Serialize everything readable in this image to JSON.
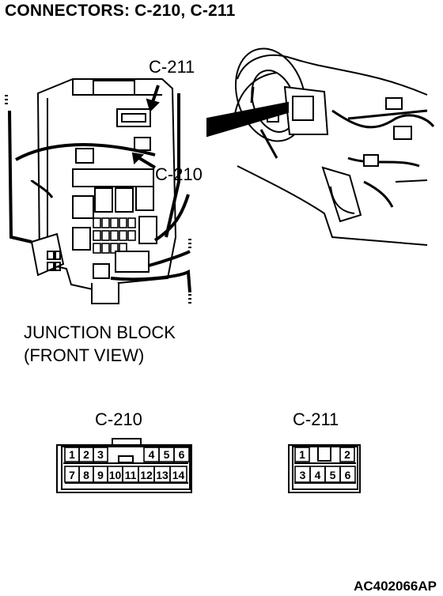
{
  "title": "CONNECTORS: C-210, C-211",
  "figure_code": "AC402066AP",
  "callouts": {
    "c211": "C-211",
    "c210": "C-210"
  },
  "junction_block": {
    "line1": "JUNCTION BLOCK",
    "line2": "(FRONT VIEW)"
  },
  "connector_c210": {
    "name": "C-210",
    "row1": [
      "1",
      "2",
      "3",
      "4",
      "5",
      "6"
    ],
    "row2": [
      "7",
      "8",
      "9",
      "10",
      "11",
      "12",
      "13",
      "14"
    ]
  },
  "connector_c211": {
    "name": "C-211",
    "row1": [
      "1",
      "2"
    ],
    "row2": [
      "3",
      "4",
      "5",
      "6"
    ]
  }
}
